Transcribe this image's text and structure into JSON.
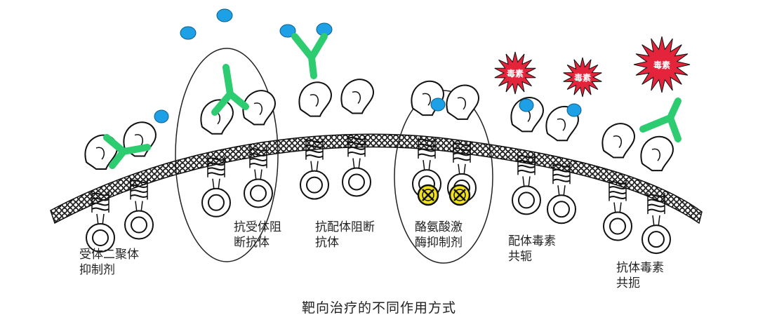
{
  "labels": {
    "dimer_inhibitor": [
      "受体二聚体",
      "抑制剂"
    ],
    "anti_receptor": [
      "抗受体阻",
      "断抗体"
    ],
    "anti_ligand": [
      "抗配体阻断",
      "抗体"
    ],
    "tki": [
      "酪氨酸激",
      "酶抑制剂"
    ],
    "ligand_toxin": [
      "配体毒素",
      "共轭"
    ],
    "antibody_toxin": [
      "抗体毒素",
      "共扼"
    ]
  },
  "toxin_text": "毒素",
  "caption": "靶向治疗的不同作用方式",
  "colors": {
    "antibody": "#2ecc71",
    "ligand": "#1ea0e6",
    "toxin": "#e3243b",
    "membrane": "#222222",
    "inhibitor": "#f1e21b"
  }
}
